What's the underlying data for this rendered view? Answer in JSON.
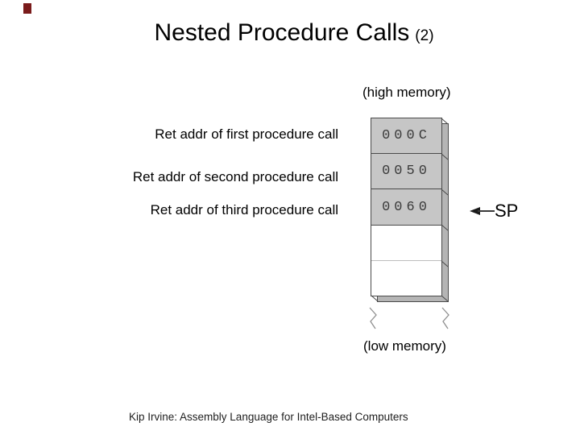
{
  "slide": {
    "title": "Nested Procedure Calls",
    "title_suffix": "(2)",
    "footer": "Kip Irvine: Assembly Language for Intel-Based Computers"
  },
  "diagram": {
    "high_memory_label": "(high memory)",
    "low_memory_label": "(low memory)",
    "sp_label": "SP",
    "row_labels": [
      "Ret addr of first procedure call",
      "Ret addr of second procedure call",
      "Ret addr of third procedure call"
    ],
    "stack_cells": [
      {
        "value": "000C",
        "filled": true
      },
      {
        "value": "0050",
        "filled": true
      },
      {
        "value": "0060",
        "filled": true
      },
      {
        "value": "",
        "filled": false
      },
      {
        "value": "",
        "filled": false
      }
    ],
    "colors": {
      "cell_fill": "#c6c6c6",
      "shadow_fill": "#b5b5b5",
      "border": "#4a4a4a",
      "accent_mark": "#7a1b1b"
    }
  }
}
